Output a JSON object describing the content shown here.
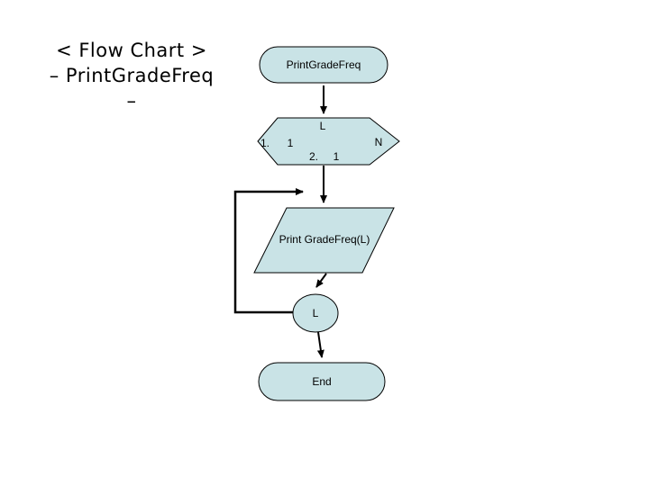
{
  "slide": {
    "background_color": "#ffffff"
  },
  "title": {
    "line1": "< Flow Chart >",
    "line2": "– PrintGradeFreq",
    "line3": "–"
  },
  "flowchart": {
    "fill_color": "#c9e3e6",
    "stroke_color": "#000000",
    "start_terminator": {
      "label": "PrintGradeFreq"
    },
    "loop_hexagon": {
      "variable": "L",
      "init_index": "1.",
      "init_value": "1",
      "step_index": "2.",
      "step_value": "1",
      "limit": "N"
    },
    "output_parallelogram": {
      "label": "Print GradeFreq(L)"
    },
    "loop_end_ellipse": {
      "label": "L"
    },
    "end_terminator": {
      "label": "End"
    }
  }
}
